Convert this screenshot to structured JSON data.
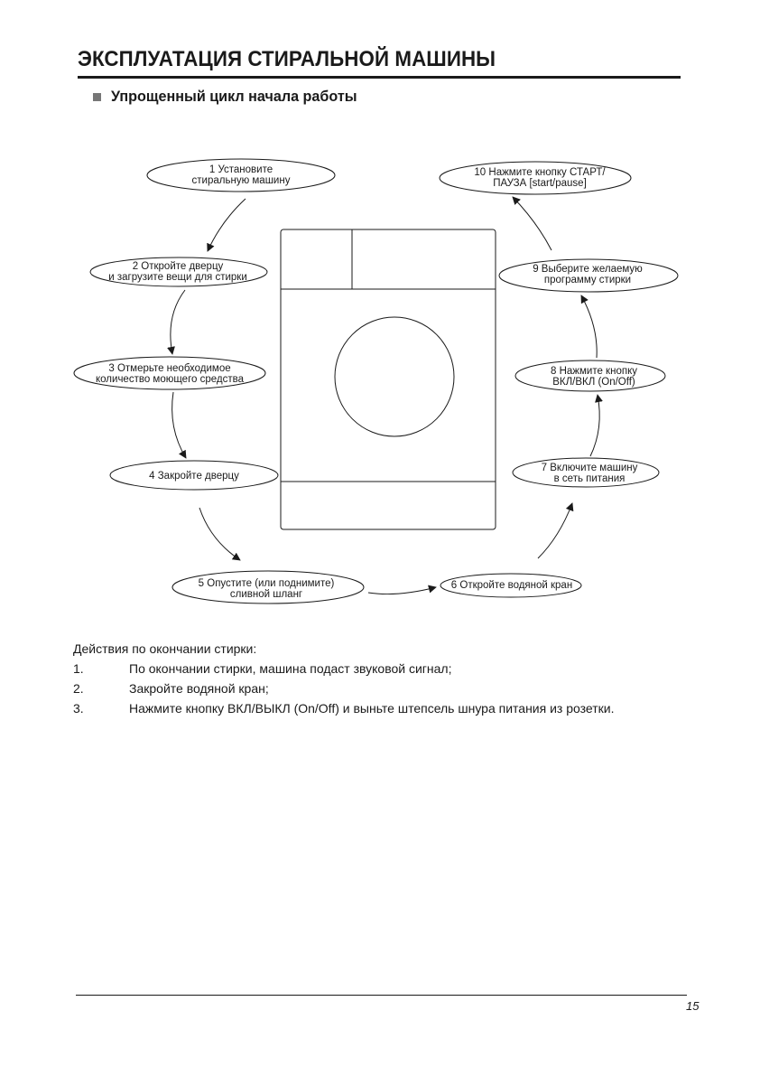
{
  "page": {
    "title": "ЭКСПЛУАТАЦИЯ СТИРАЛЬНОЙ МАШИНЫ",
    "section_heading": "Упрощенный цикл начала работы",
    "page_number": "15"
  },
  "steps": [
    {
      "line1": "1 Установите",
      "line2": "стиральную машину"
    },
    {
      "line1": "2 Откройте дверцу",
      "line2": "и загрузите вещи для стирки"
    },
    {
      "line1": "3 Отмерьте необходимое",
      "line2": "количество моющего средства"
    },
    {
      "line1": "4 Закройте дверцу",
      "line2": ""
    },
    {
      "line1": "5 Опустите (или поднимите)",
      "line2": "сливной шланг"
    },
    {
      "line1": "6 Откройте водяной кран",
      "line2": ""
    },
    {
      "line1": "7 Включите машину",
      "line2": "в сеть питания"
    },
    {
      "line1": "8 Нажмите кнопку",
      "line2": "ВКЛ/ВКЛ (On/Off)"
    },
    {
      "line1": "9 Выберите желаемую",
      "line2": "программу стирки"
    },
    {
      "line1": "10 Нажмите кнопку СТАРТ/",
      "line2": "ПАУЗА [start/pause]"
    }
  ],
  "after_wash": {
    "heading": "Действия по окончании стирки:",
    "items": [
      {
        "num": "1.",
        "text": "По окончании стирки, машина подаст звуковой сигнал;"
      },
      {
        "num": "2.",
        "text": "Закройте водяной кран;"
      },
      {
        "num": "3.",
        "text": "Нажмите кнопку ВКЛ/ВЫКЛ (On/Off) и выньте штепсель шнура питания из розетки."
      }
    ]
  }
}
